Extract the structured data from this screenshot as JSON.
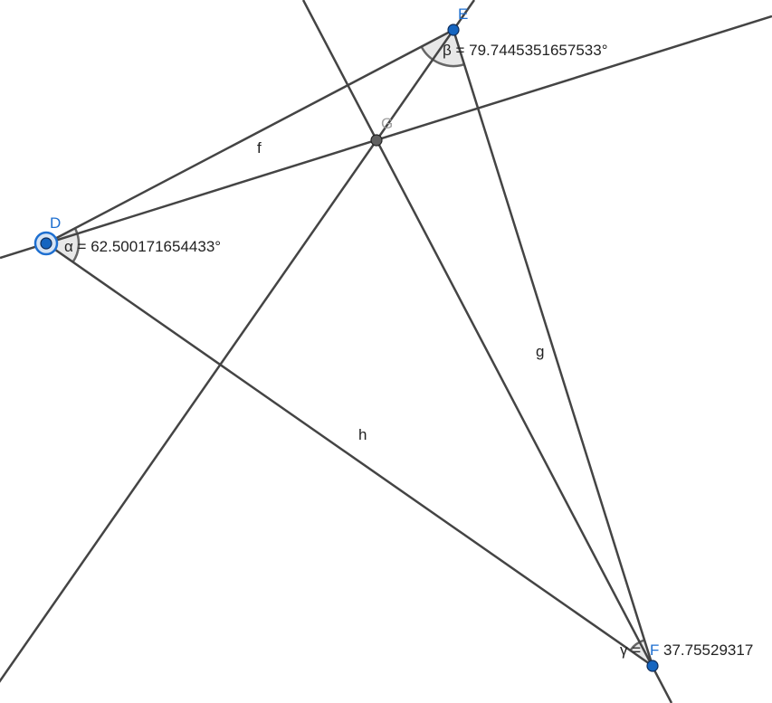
{
  "points": {
    "D": "D",
    "E": "E",
    "F": "F",
    "G": "G"
  },
  "segments": {
    "f": "f",
    "g": "g",
    "h": "h"
  },
  "angles": {
    "alpha": "α = 62.500171654433°",
    "beta": "β = 79.7445351657533°",
    "gamma_symbol": "γ =",
    "gamma_value": "37.75529317"
  },
  "colors": {
    "point": "#1565c0",
    "label": "#1565c0",
    "line": "#444444",
    "g_point": "#616161"
  }
}
